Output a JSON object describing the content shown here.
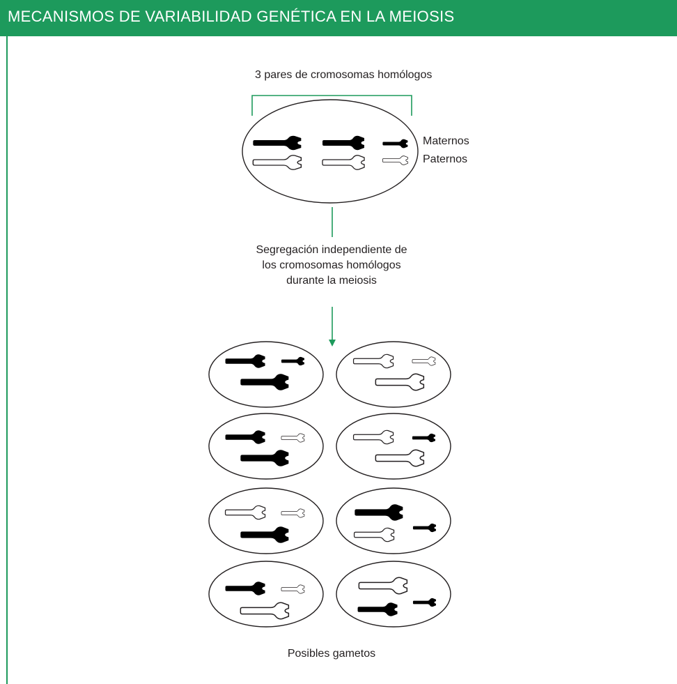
{
  "header": {
    "title": "MECANISMOS DE VARIABILIDAD GENÉTICA EN LA MEIOSIS"
  },
  "colors": {
    "accent": "#1d9a5c",
    "text": "#231f20",
    "maternal": "#000000",
    "paternal": "#ffffff"
  },
  "diagram": {
    "pairs_label": "3 pares de cromosomas homólogos",
    "legend": {
      "maternal": "Maternos",
      "paternal": "Paternos"
    },
    "process_lines": [
      "Segregación independiente de",
      "los cromosomas homólogos",
      "durante la meiosis"
    ],
    "gametes_label": "Posibles gametos",
    "gamete_count": 8
  }
}
